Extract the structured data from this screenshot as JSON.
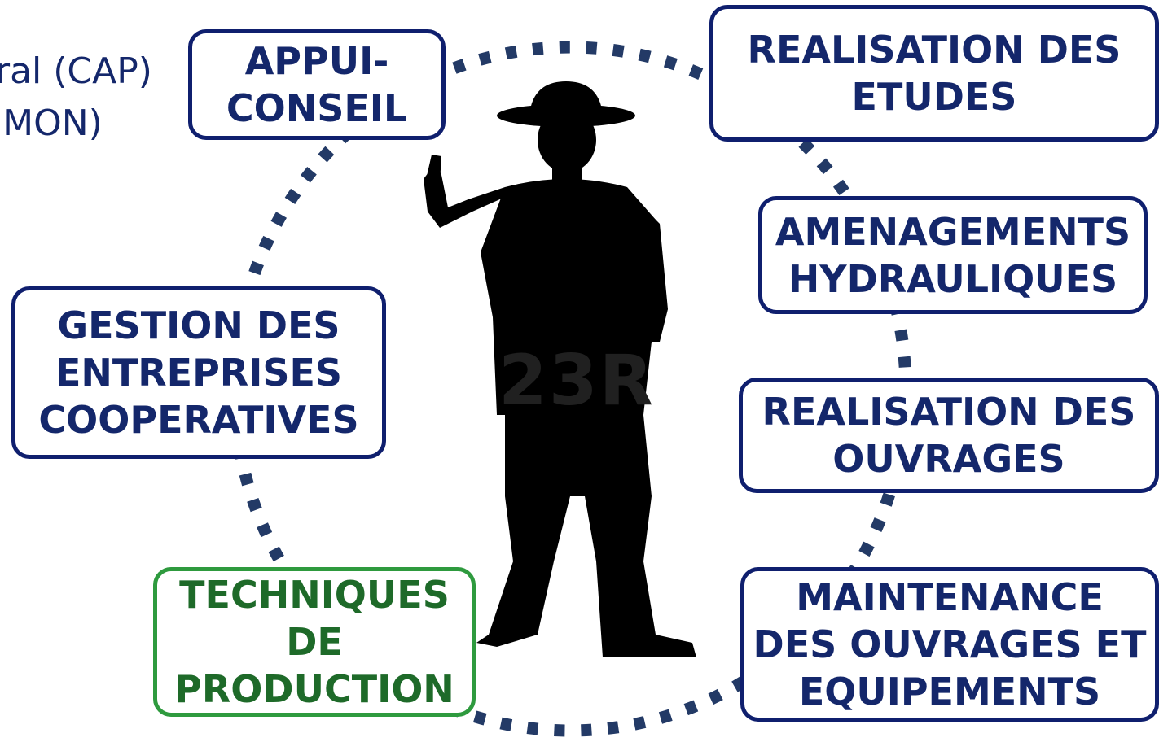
{
  "corner_text": {
    "line1": "ral (CAP)",
    "line2": "(MON)"
  },
  "boxes": {
    "appui_conseil": "APPUI-\nCONSEIL",
    "realisation_etudes": "REALISATION DES\nETUDES",
    "amenagements": "AMENAGEMENTS\nHYDRAULIQUES",
    "gestion": "GESTION DES\nENTREPRISES\nCOOPERATIVES",
    "realisation_ouvrages": "REALISATION DES\nOUVRAGES",
    "techniques": "TECHNIQUES\nDE\nPRODUCTION",
    "maintenance": "MAINTENANCE\nDES OUVRAGES ET\nEQUIPEMENTS"
  },
  "watermark": "23R",
  "colors": {
    "border": "#0f1f6e",
    "text": "#14276b",
    "dots": "#233a66",
    "green_border": "#2e9a3e",
    "green_text": "#1e6a29",
    "silhouette": "#000000"
  }
}
